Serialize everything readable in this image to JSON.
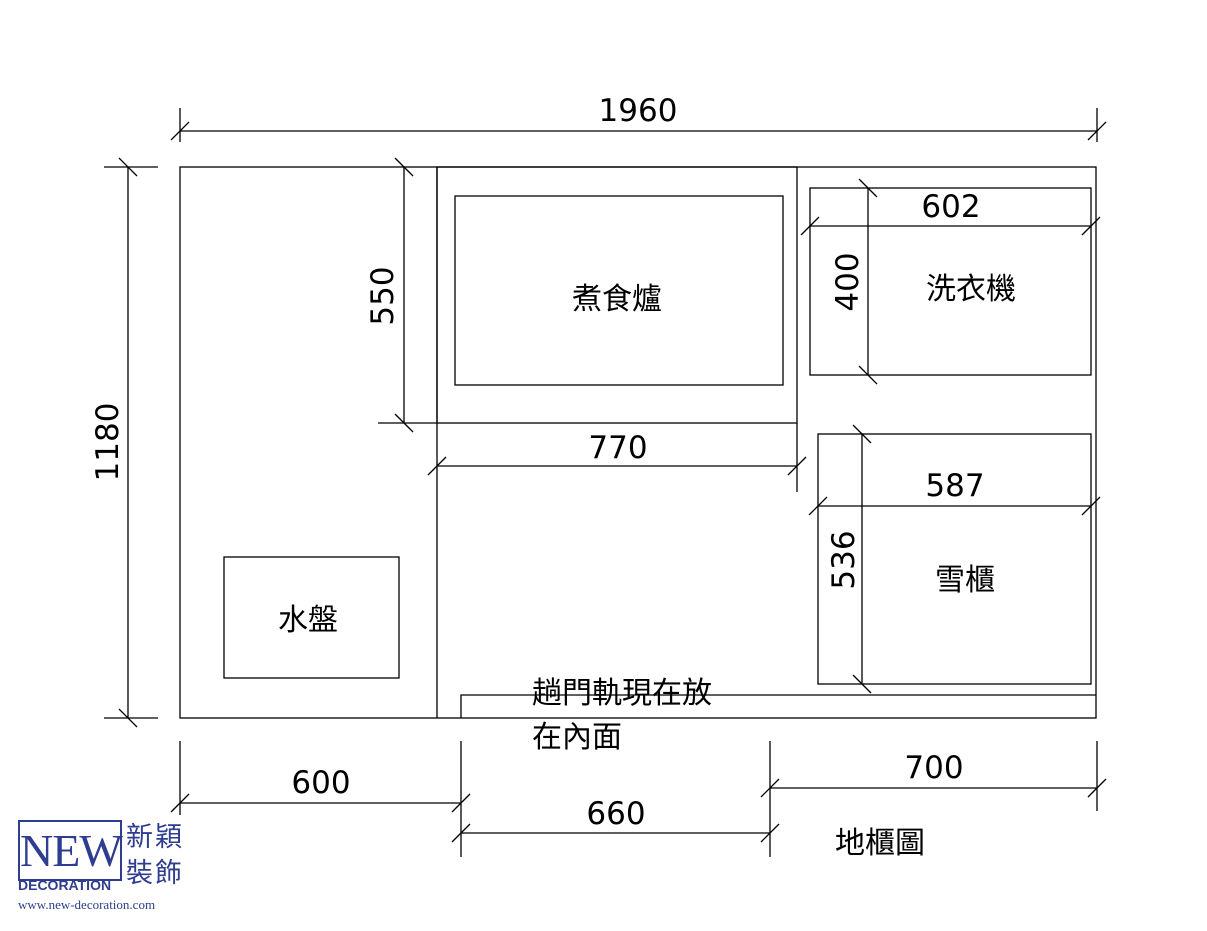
{
  "dimensions": {
    "total_width": "1960",
    "total_height": "1180",
    "stove_depth": "550",
    "stove_width": "770",
    "washer_width": "602",
    "washer_depth": "400",
    "fridge_width": "587",
    "fridge_depth": "536",
    "bottom_left": "600",
    "bottom_middle": "660",
    "bottom_right": "700"
  },
  "labels": {
    "stove": "煮食爐",
    "washer": "洗衣機",
    "fridge": "雪櫃",
    "sink": "水盤",
    "door_rail_line1": "趟門軌現在放",
    "door_rail_line2": "在內面",
    "drawing_title": "地櫃圖"
  },
  "logo": {
    "mark": "NEW",
    "subtitle": "DECORATION",
    "chinese_line1": "新穎",
    "chinese_line2": "裝飾",
    "url": "www.new-decoration.com",
    "color": "#2e3d8f"
  }
}
